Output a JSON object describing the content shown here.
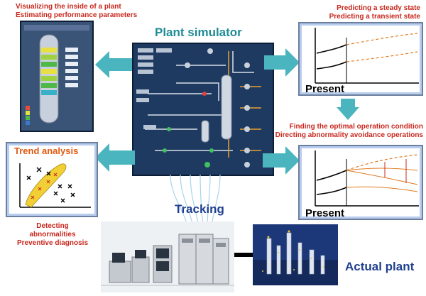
{
  "top_left": {
    "line1": "Visualizing the inside of a plant",
    "line2": "Estimating performance parameters"
  },
  "top_right": {
    "line1": "Predicting a steady state",
    "line2": "Predicting a transient state"
  },
  "mid_right": {
    "line1": "Finding the optimal operation condition",
    "line2": "Directing abnormality avoidance operations"
  },
  "bottom_left": {
    "line1": "Detecting abnormalities",
    "line2": "Preventive diagnosis"
  },
  "titles": {
    "plant_simulator": "Plant simulator",
    "trend_analysis": "Trend analysis",
    "tracking": "Tracking",
    "actual_plant": "Actual plant",
    "present_top": "Present",
    "present_bottom": "Present"
  },
  "colors": {
    "red_text": "#c8281e",
    "teal": "#1e8c94",
    "arrow": "#4bb5bf",
    "navy": "#1f3f8f"
  }
}
